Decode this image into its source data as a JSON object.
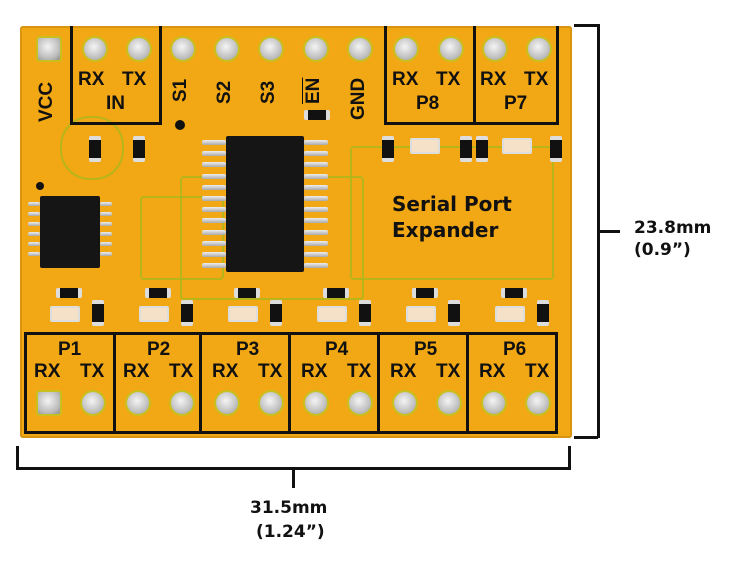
{
  "board": {
    "title_line1": "Serial Port",
    "title_line2": "Expander",
    "color": "#f2a814",
    "top_labels": {
      "vcc": "VCC",
      "in_rx": "RX",
      "in_tx": "TX",
      "in": "IN",
      "s1": "S1",
      "s2": "S2",
      "s3": "S3",
      "en": "EN",
      "gnd": "GND"
    },
    "top_ports": [
      {
        "name": "P8",
        "rx": "RX",
        "tx": "TX"
      },
      {
        "name": "P7",
        "rx": "RX",
        "tx": "TX"
      }
    ],
    "bottom_ports": [
      {
        "name": "P1",
        "rx": "RX",
        "tx": "TX"
      },
      {
        "name": "P2",
        "rx": "RX",
        "tx": "TX"
      },
      {
        "name": "P3",
        "rx": "RX",
        "tx": "TX"
      },
      {
        "name": "P4",
        "rx": "RX",
        "tx": "TX"
      },
      {
        "name": "P5",
        "rx": "RX",
        "tx": "TX"
      },
      {
        "name": "P6",
        "rx": "RX",
        "tx": "TX"
      }
    ]
  },
  "dimensions": {
    "height_mm": "23.8mm",
    "height_in": "(0.9”)",
    "width_mm": "31.5mm",
    "width_in": "(1.24”)"
  }
}
